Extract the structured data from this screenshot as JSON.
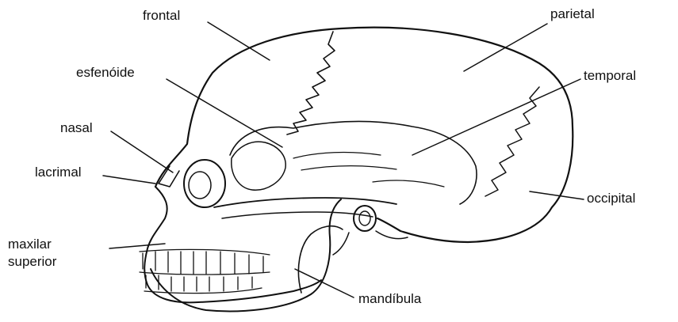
{
  "labels": {
    "frontal": "frontal",
    "parietal": "parietal",
    "esfenoide": "esfenóide",
    "temporal": "temporal",
    "nasal": "nasal",
    "lacrimal": "lacrimal",
    "occipital": "occipital",
    "maxilar_line1": "maxilar",
    "maxilar_line2": "superior",
    "mandibula": "mandíbula"
  },
  "colors": {
    "ink": "#111111",
    "background": "#ffffff"
  }
}
